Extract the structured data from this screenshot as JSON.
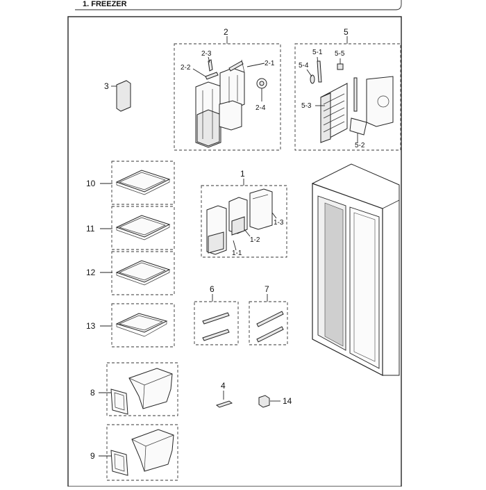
{
  "header": {
    "title": "1. FREEZER"
  },
  "callouts": {
    "c1": "1",
    "c1_1": "1-1",
    "c1_2": "1-2",
    "c1_3": "1-3",
    "c2": "2",
    "c2_1": "2-1",
    "c2_2": "2-2",
    "c2_3": "2-3",
    "c2_4": "2-4",
    "c3": "3",
    "c4": "4",
    "c5": "5",
    "c5_1": "5-1",
    "c5_2": "5-2",
    "c5_3": "5-3",
    "c5_4": "5-4",
    "c5_5": "5-5",
    "c6": "6",
    "c7": "7",
    "c8": "8",
    "c9": "9",
    "c10": "10",
    "c11": "11",
    "c12": "12",
    "c13": "13",
    "c14": "14"
  }
}
